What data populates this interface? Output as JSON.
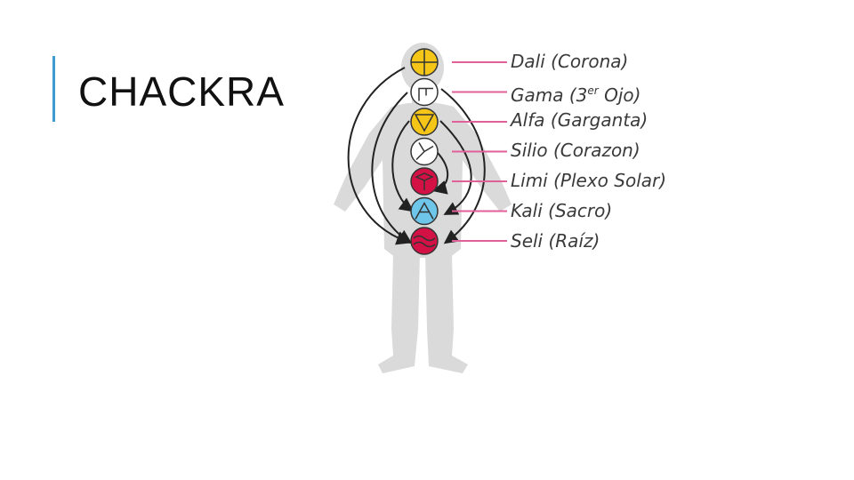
{
  "slide": {
    "title": "CHACKRA",
    "accent_color": "#3d9bd1"
  },
  "diagram": {
    "figure_color": "#d9d9d9",
    "connector_color": "#e0609a",
    "chakras": [
      {
        "name": "Dali",
        "sup": "",
        "rest": "(Corona)",
        "color": "#f5c518",
        "icon": "circle-cross-icon"
      },
      {
        "name": "Gama (3",
        "sup": "er",
        "rest": " Ojo)",
        "color": "#ffffff",
        "icon": "square-notch-icon"
      },
      {
        "name": "Alfa",
        "sup": "",
        "rest": "(Garganta)",
        "color": "#f5c518",
        "icon": "triangle-down-icon"
      },
      {
        "name": "Silio",
        "sup": "",
        "rest": "(Corazon)",
        "color": "#ffffff",
        "icon": "fan-icon"
      },
      {
        "name": "Limi",
        "sup": "",
        "rest": "(Plexo Solar)",
        "color": "#d31145",
        "icon": "cube-icon"
      },
      {
        "name": "Kali",
        "sup": "",
        "rest": "(Sacro)",
        "color": "#6ec6ea",
        "icon": "arrow-up-icon"
      },
      {
        "name": "Seli",
        "sup": "",
        "rest": "(Raíz)",
        "color": "#d31145",
        "icon": "waves-icon"
      }
    ]
  }
}
